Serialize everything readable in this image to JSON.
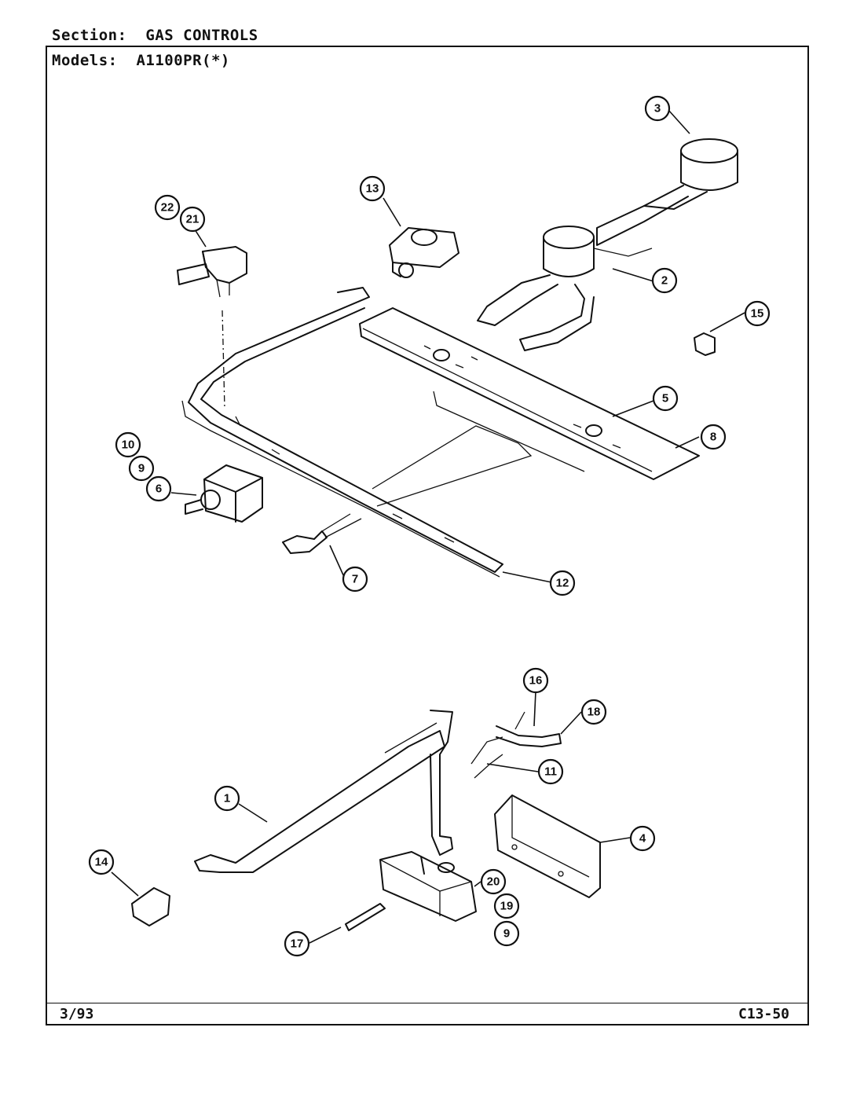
{
  "header": {
    "section_label": "Section:",
    "section_value": "GAS CONTROLS",
    "models_label": "Models:",
    "models_value": "A1100PR(*)"
  },
  "footer": {
    "date": "3/93",
    "page_code": "C13-50"
  },
  "callouts": [
    "1",
    "2",
    "3",
    "4",
    "5",
    "6",
    "7",
    "8",
    "9",
    "9",
    "10",
    "11",
    "12",
    "13",
    "14",
    "15",
    "16",
    "17",
    "18",
    "19",
    "20",
    "21",
    "22"
  ]
}
